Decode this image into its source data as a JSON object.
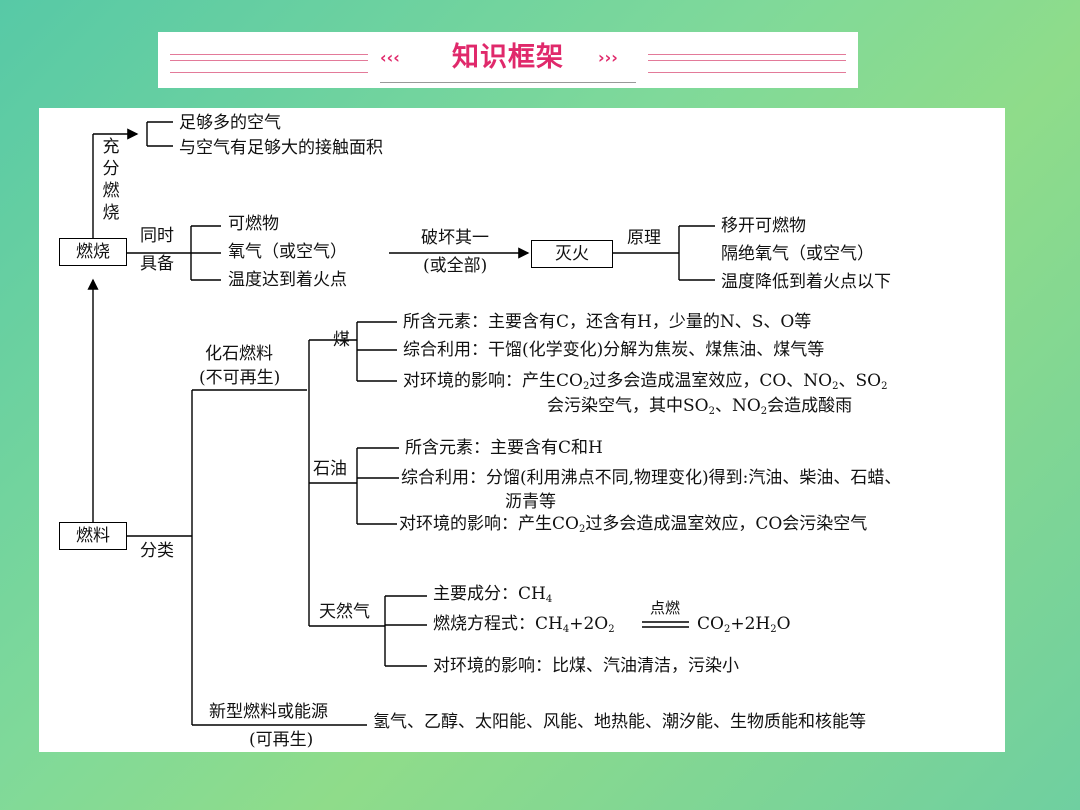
{
  "banner": {
    "title": "知识框架",
    "left_deco": "‹‹‹",
    "right_deco": "›››"
  },
  "burn": {
    "node": "燃烧",
    "vertical_label": "充分燃烧",
    "full_items": [
      "足够多的空气",
      "与空气有足够大的接触面积"
    ],
    "need_label_1": "同时",
    "need_label_2": "具备",
    "need_items": [
      "可燃物",
      "氧气（或空气）",
      "温度达到着火点"
    ],
    "destroy_1": "破坏其一",
    "destroy_2": "(或全部)",
    "extinguish": "灭火",
    "principle": "原理",
    "principle_items": [
      "移开可燃物",
      "隔绝氧气（或空气）",
      "温度降低到着火点以下"
    ]
  },
  "fuel": {
    "node": "燃料",
    "classify": "分类",
    "fossil_1": "化石燃料",
    "fossil_2": "(不可再生)",
    "coal": {
      "label": "煤",
      "element": "所含元素：主要含有C，还含有H，少量的N、S、O等",
      "use": "综合利用：干馏(化学变化)分解为焦炭、煤焦油、煤气等",
      "env_a": "对环境的影响：产生CO",
      "env_b": "过多会造成温室效应，CO、NO",
      "env_c": "、SO",
      "env_d": "会污染空气，其中SO",
      "env_e": "、NO",
      "env_f": "会造成酸雨"
    },
    "oil": {
      "label": "石油",
      "element": "所含元素：主要含有C和H",
      "use_1": "综合利用：分馏(利用沸点不同,物理变化)得到:汽油、柴油、石蜡、",
      "use_2": "沥青等",
      "env_a": "对环境的影响：产生CO",
      "env_b": "过多会造成温室效应，CO会污染空气"
    },
    "gas": {
      "label": "天然气",
      "comp_a": "主要成分：CH",
      "eq_label": "燃烧方程式：",
      "eq_left_a": "CH",
      "eq_left_b": "+2O",
      "eq_cond": "点燃",
      "eq_right_a": "CO",
      "eq_right_b": "+2H",
      "eq_right_c": "O",
      "env": "对环境的影响：比煤、汽油清洁，污染小"
    },
    "new_1": "新型燃料或能源",
    "new_2": "(可再生)",
    "new_items": "氢气、乙醇、太阳能、风能、地热能、潮汐能、生物质能和核能等"
  },
  "sub": {
    "n2": "2",
    "n4": "4"
  }
}
